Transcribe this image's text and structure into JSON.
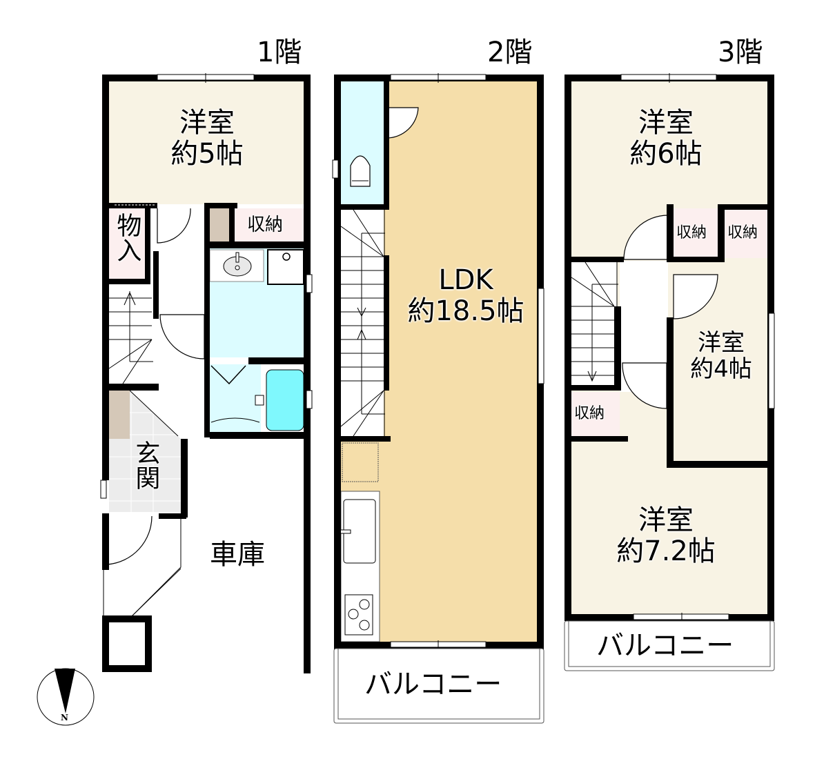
{
  "floors": [
    {
      "label": "1階",
      "rooms": {
        "western_room": {
          "name": "洋室",
          "size": "約5帖"
        },
        "storage_closet": {
          "name": "物入"
        },
        "storage": {
          "name": "収納"
        },
        "entrance": {
          "name": "玄関"
        },
        "garage": {
          "name": "車庫"
        }
      }
    },
    {
      "label": "2階",
      "rooms": {
        "ldk": {
          "name": "LDK",
          "size": "約18.5帖"
        },
        "balcony": {
          "name": "バルコニー"
        }
      }
    },
    {
      "label": "3階",
      "rooms": {
        "western_room_a": {
          "name": "洋室",
          "size": "約6帖"
        },
        "storage_a": {
          "name": "収納"
        },
        "storage_b": {
          "name": "収納"
        },
        "western_room_b": {
          "name": "洋室",
          "size": "約4帖"
        },
        "storage_c": {
          "name": "収納"
        },
        "western_room_c": {
          "name": "洋室",
          "size": "約7.2帖"
        },
        "balcony": {
          "name": "バルコニー"
        }
      }
    }
  ],
  "compass": {
    "label": "N"
  },
  "colors": {
    "wall": "#000000",
    "western_room": "#f8f3e4",
    "ldk": "#f5deaa",
    "storage": "#fcefef",
    "wet_area": "#dcfcff",
    "bathtub": "#7ff8fd",
    "entrance_tile": "#ececec",
    "shoe_box": "#d5c8b8"
  }
}
